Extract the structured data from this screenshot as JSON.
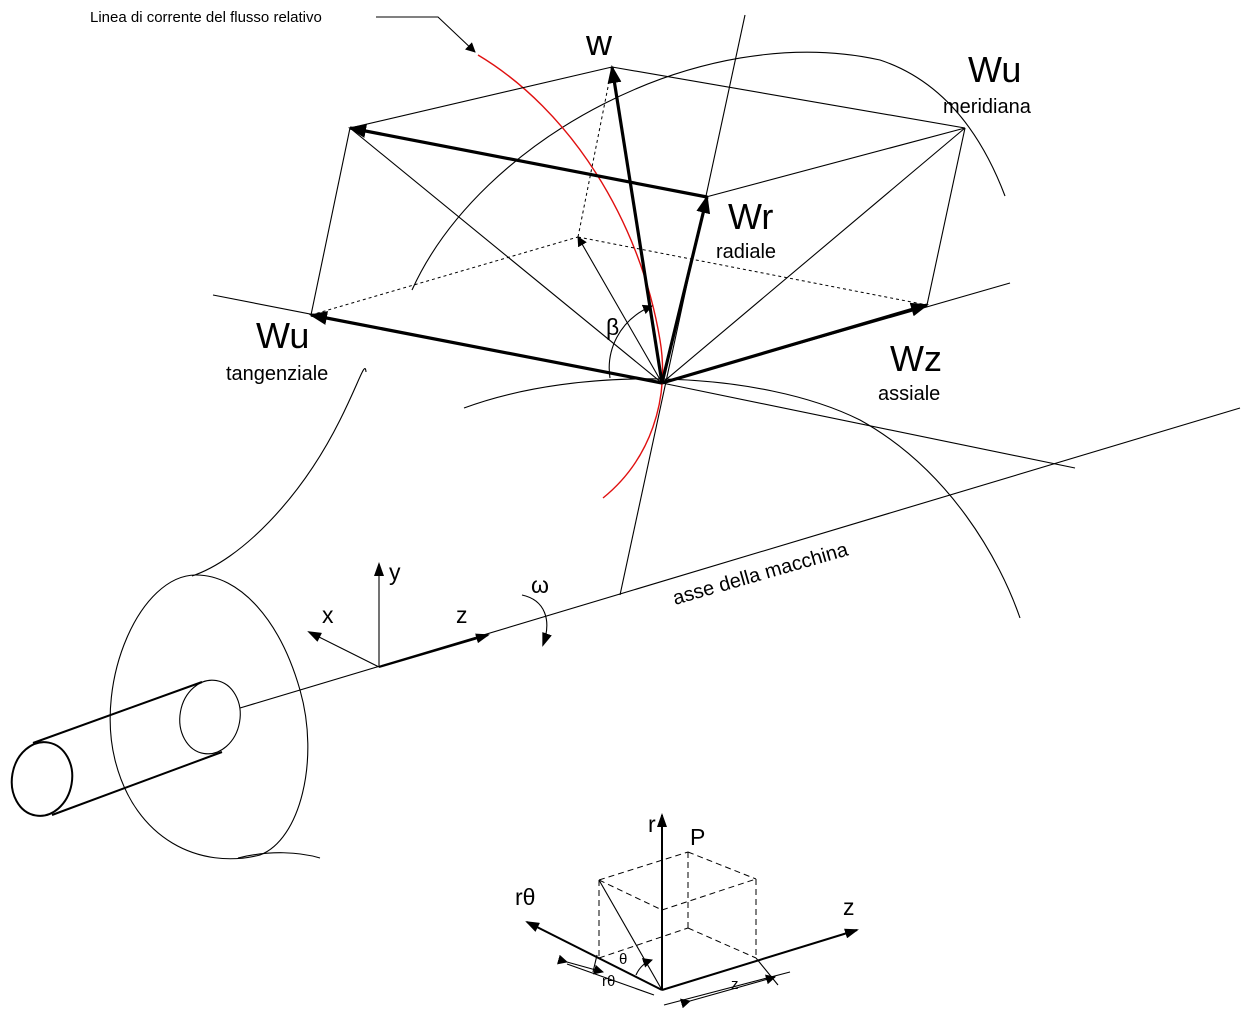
{
  "labels": {
    "streamline_note": "Linea di corrente del flusso relativo",
    "w": "w",
    "wu_top": "Wu",
    "meridiana": "meridiana",
    "wr": "Wr",
    "radiale": "radiale",
    "wu_left": "Wu",
    "tangenziale": "tangenziale",
    "wz": "Wz",
    "assiale": "assiale",
    "beta": "β",
    "omega": "ω",
    "machine_axis": "asse della macchina",
    "axis_x": "x",
    "axis_y": "y",
    "axis_z": "z",
    "cyl_r": "r",
    "cyl_p": "P",
    "cyl_rtheta": "rθ",
    "cyl_z": "z",
    "cyl_theta": "θ",
    "dim_rtheta": "rθ",
    "dim_z": "z"
  },
  "colors": {
    "ink": "#000000",
    "streamline": "#e01010",
    "background": "#ffffff"
  }
}
